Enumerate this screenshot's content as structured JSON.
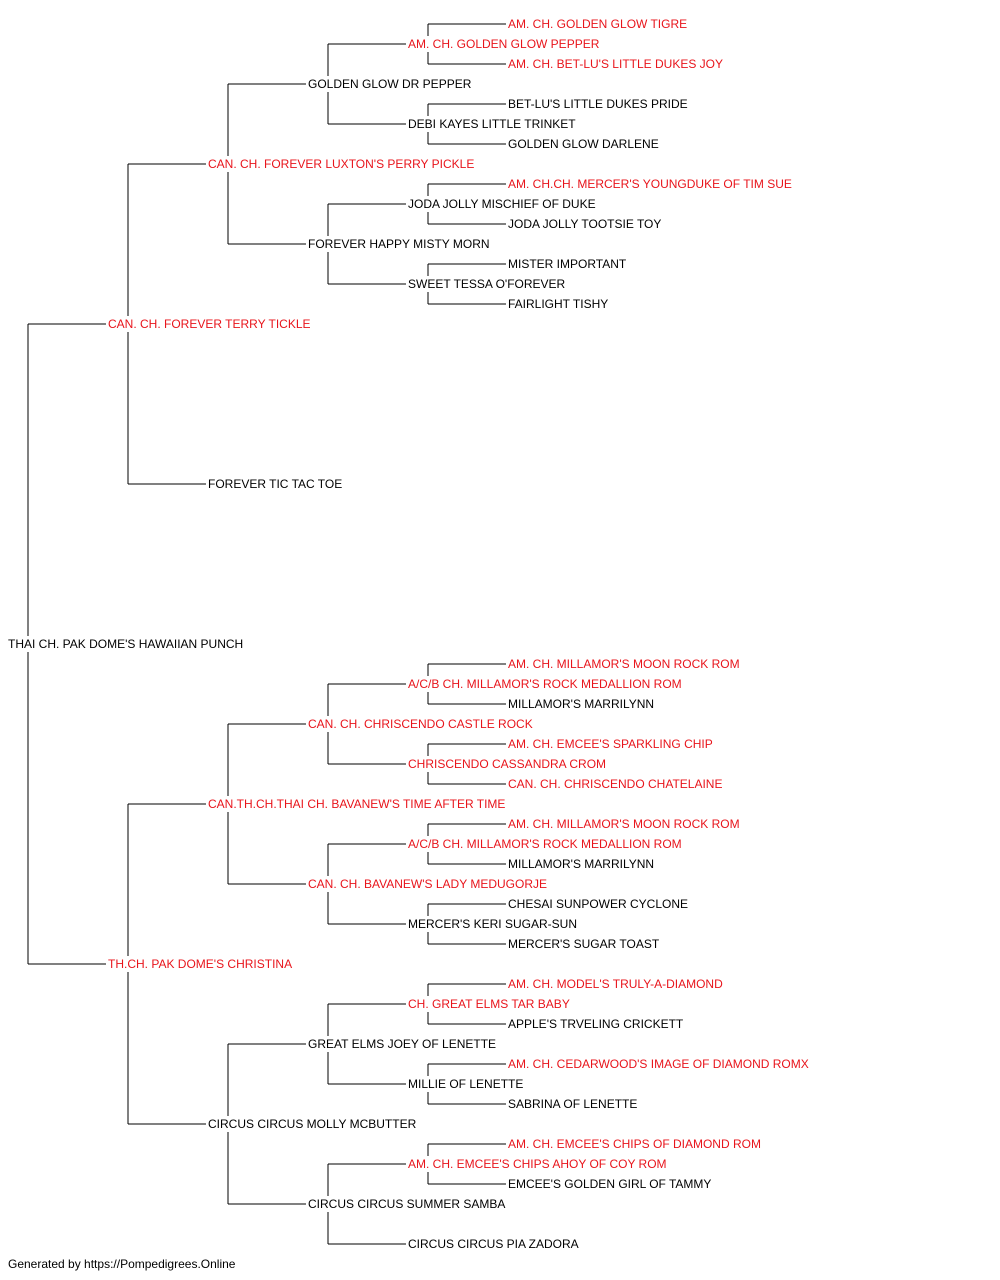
{
  "colors": {
    "champion": "#e8141b",
    "plain": "#000000",
    "line": "#000000"
  },
  "pedigree": {
    "name": "THAI CH. PAK DOME'S HAWAIIAN PUNCH",
    "champion": false,
    "sire": {
      "name": "CAN. CH. FOREVER TERRY TICKLE",
      "champion": true,
      "sire": {
        "name": "CAN. CH. FOREVER LUXTON'S PERRY PICKLE",
        "champion": true,
        "sire": {
          "name": "GOLDEN GLOW DR PEPPER",
          "champion": false,
          "sire": {
            "name": "AM. CH. GOLDEN GLOW PEPPER",
            "champion": true,
            "sire": {
              "name": "AM. CH. GOLDEN GLOW TIGRE",
              "champion": true
            },
            "dam": {
              "name": "AM. CH. BET-LU'S LITTLE DUKES JOY",
              "champion": true
            }
          },
          "dam": {
            "name": "DEBI KAYES LITTLE TRINKET",
            "champion": false,
            "sire": {
              "name": "BET-LU'S LITTLE DUKES PRIDE",
              "champion": false
            },
            "dam": {
              "name": "GOLDEN GLOW DARLENE",
              "champion": false
            }
          }
        },
        "dam": {
          "name": "FOREVER HAPPY MISTY MORN",
          "champion": false,
          "sire": {
            "name": "JODA JOLLY MISCHIEF OF DUKE",
            "champion": false,
            "sire": {
              "name": "AM. CH.CH. MERCER'S YOUNGDUKE OF TIM SUE",
              "champion": true
            },
            "dam": {
              "name": "JODA JOLLY TOOTSIE TOY",
              "champion": false
            }
          },
          "dam": {
            "name": "SWEET TESSA O'FOREVER",
            "champion": false,
            "sire": {
              "name": "MISTER IMPORTANT",
              "champion": false
            },
            "dam": {
              "name": "FAIRLIGHT TISHY",
              "champion": false
            }
          }
        }
      },
      "dam": {
        "name": "FOREVER TIC TAC TOE",
        "champion": false
      }
    },
    "dam": {
      "name": "TH.CH. PAK DOME'S CHRISTINA",
      "champion": true,
      "sire": {
        "name": "CAN.TH.CH.THAI CH. BAVANEW'S TIME AFTER TIME",
        "champion": true,
        "sire": {
          "name": "CAN. CH. CHRISCENDO CASTLE ROCK",
          "champion": true,
          "sire": {
            "name": "A/C/B CH. MILLAMOR'S ROCK MEDALLION ROM",
            "champion": true,
            "sire": {
              "name": "AM. CH. MILLAMOR'S MOON ROCK ROM",
              "champion": true
            },
            "dam": {
              "name": "MILLAMOR'S MARRILYNN",
              "champion": false
            }
          },
          "dam": {
            "name": "CHRISCENDO CASSANDRA CROM",
            "champion": true,
            "sire": {
              "name": "AM. CH. EMCEE'S SPARKLING CHIP",
              "champion": true
            },
            "dam": {
              "name": "CAN. CH. CHRISCENDO CHATELAINE",
              "champion": true
            }
          }
        },
        "dam": {
          "name": "CAN. CH. BAVANEW'S LADY MEDUGORJE",
          "champion": true,
          "sire": {
            "name": "A/C/B CH. MILLAMOR'S ROCK MEDALLION ROM",
            "champion": true,
            "sire": {
              "name": "AM. CH. MILLAMOR'S MOON ROCK ROM",
              "champion": true
            },
            "dam": {
              "name": "MILLAMOR'S MARRILYNN",
              "champion": false
            }
          },
          "dam": {
            "name": "MERCER'S KERI SUGAR-SUN",
            "champion": false,
            "sire": {
              "name": "CHESAI SUNPOWER CYCLONE",
              "champion": false
            },
            "dam": {
              "name": "MERCER'S SUGAR TOAST",
              "champion": false
            }
          }
        }
      },
      "dam": {
        "name": "CIRCUS CIRCUS MOLLY MCBUTTER",
        "champion": false,
        "sire": {
          "name": "GREAT ELMS JOEY OF LENETTE",
          "champion": false,
          "sire": {
            "name": "CH. GREAT ELMS TAR BABY",
            "champion": true,
            "sire": {
              "name": "AM. CH. MODEL'S TRULY-A-DIAMOND",
              "champion": true
            },
            "dam": {
              "name": "APPLE'S TRVELING CRICKETT",
              "champion": false
            }
          },
          "dam": {
            "name": "MILLIE OF LENETTE",
            "champion": false,
            "sire": {
              "name": "AM. CH. CEDARWOOD'S IMAGE OF DIAMOND ROMX",
              "champion": true
            },
            "dam": {
              "name": "SABRINA OF LENETTE",
              "champion": false
            }
          }
        },
        "dam": {
          "name": "CIRCUS CIRCUS SUMMER SAMBA",
          "champion": false,
          "sire": {
            "name": "AM. CH. EMCEE'S CHIPS AHOY OF COY ROM",
            "champion": true,
            "sire": {
              "name": "AM. CH. EMCEE'S CHIPS OF DIAMOND ROM",
              "champion": true
            },
            "dam": {
              "name": "EMCEE'S GOLDEN GIRL OF TAMMY",
              "champion": false
            }
          },
          "dam": {
            "name": "CIRCUS CIRCUS PIA ZADORA",
            "champion": false
          }
        }
      }
    }
  },
  "footer": {
    "credit": "Generated by https://Pompedigrees.Online"
  }
}
